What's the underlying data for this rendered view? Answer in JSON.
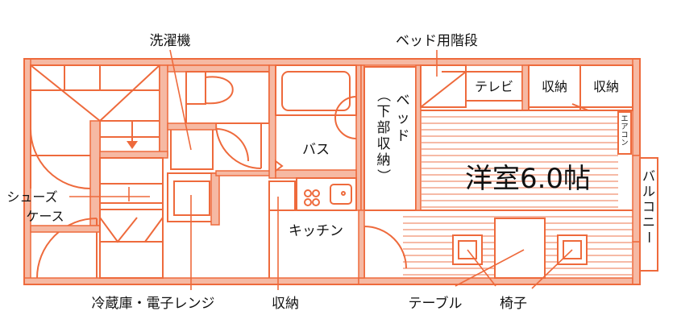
{
  "colors": {
    "line": "#ee6a3c",
    "fill": "#f6b9a3",
    "floor_line": "#f19172",
    "text": "#111111",
    "background": "#ffffff"
  },
  "callouts": {
    "washer": "洗濯機",
    "bed_stairs": "ベッド用階段",
    "shoe_case_1": "シューズ",
    "shoe_case_2": "ケース",
    "fridge": "冷蔵庫・電子レンジ",
    "storage_bottom": "収納",
    "table": "テーブル",
    "chair": "椅子"
  },
  "rooms": {
    "bath": "バス",
    "kitchen": "キッチン",
    "western_room": "洋室6.0帖",
    "tv": "テレビ",
    "closet_1": "収納",
    "closet_2": "収納",
    "aircon": "エアコン",
    "balcony": "バルコニー",
    "bed_col1": [
      "ベ",
      "ッ",
      "ド"
    ],
    "bed_col2": [
      "（",
      "下",
      "部",
      "収",
      "納",
      "）"
    ]
  }
}
